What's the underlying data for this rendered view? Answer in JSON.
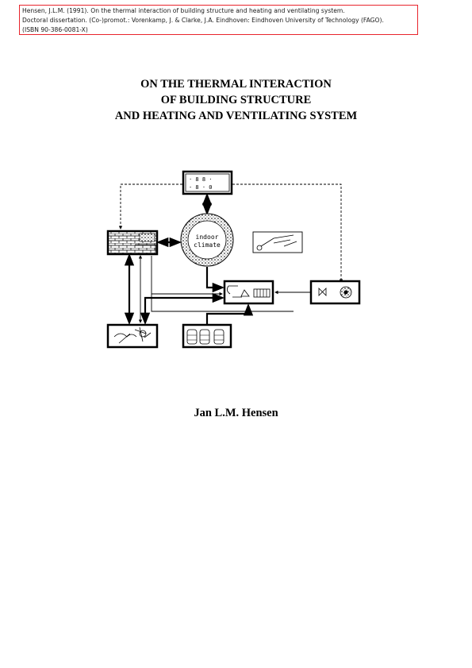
{
  "citation": {
    "line1": "Hensen, J.L.M. (1991). On the thermal interaction of building structure and heating and ventilating system.",
    "line2": "Doctoral dissertation. (Co-)promot.: Vorenkamp, J. & Clarke, J.A. Eindhoven: Eindhoven University of Technology (FAGO).",
    "line3": "(ISBN 90-386-0081-X)"
  },
  "title": {
    "line1": "ON THE THERMAL INTERACTION",
    "line2": "OF BUILDING STRUCTURE",
    "line3": "AND HEATING AND VENTILATING SYSTEM"
  },
  "diagram": {
    "center_line1": "indoor",
    "center_line2": "climate"
  },
  "author": "Jan L.M. Hensen",
  "colors": {
    "citation_border": "#e8242c",
    "text": "#000000"
  }
}
